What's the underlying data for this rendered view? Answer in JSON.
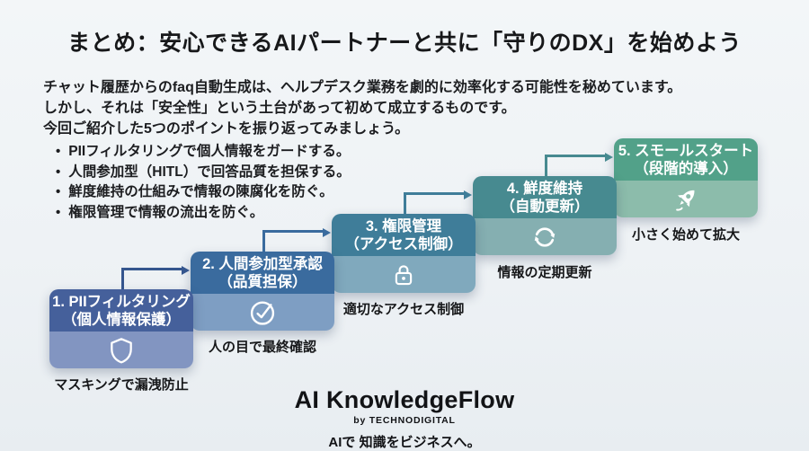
{
  "page": {
    "title": "まとめ：安心できるAIパートナーと共に「守りのDX」を始めよう",
    "background_color": "#eef2f5"
  },
  "intro": {
    "lines": [
      "チャット履歴からのfaq自動生成は、ヘルプデスク業務を劇的に効率化する可能性を秘めています。",
      "しかし、それは「安全性」という土台があって初めて成立するものです。",
      "今回ご紹介した5つのポイントを振り返ってみましょう。"
    ],
    "bullet_char": "•",
    "bullets": [
      "PIIフィルタリングで個人情報をガードする。",
      "人間参加型（HITL）で回答品質を担保する。",
      "鮮度維持の仕組みで情報の陳腐化を防ぐ。",
      "権限管理で情報の流出を防ぐ。"
    ]
  },
  "steps": [
    {
      "title": "1. PIIフィルタリング",
      "subtitle": "（個人情報保護）",
      "icon": "shield-icon",
      "caption": "マスキングで漏洩防止",
      "colors": {
        "header": "#45609b",
        "body": "#8295c1",
        "arrow": "#35568e"
      }
    },
    {
      "title": "2. 人間参加型承認",
      "subtitle": "（品質担保）",
      "icon": "check-circle-icon",
      "caption": "人の目で最終確認",
      "colors": {
        "header": "#3a6b9e",
        "body": "#7e9ec3",
        "arrow": "#3a6b9e"
      }
    },
    {
      "title": "3. 権限管理",
      "subtitle": "（アクセス制御）",
      "icon": "lock-icon",
      "caption": "適切なアクセス制御",
      "colors": {
        "header": "#3f7d99",
        "body": "#80a9bd",
        "arrow": "#3f7d99"
      }
    },
    {
      "title": "4. 鮮度維持",
      "subtitle": "（自動更新）",
      "icon": "refresh-icon",
      "caption": "情報の定期更新",
      "colors": {
        "header": "#478a90",
        "body": "#85afb1",
        "arrow": "#478a90"
      }
    },
    {
      "title": "5. スモールスタート",
      "subtitle": "（段階的導入）",
      "icon": "rocket-icon",
      "caption": "小さく始めて拡大",
      "colors": {
        "header": "#52a189",
        "body": "#8cbcab",
        "arrow": "#4e9a85"
      }
    }
  ],
  "footer": {
    "logo": "AI KnowledgeFlow",
    "byline": "by TECHNODIGITAL",
    "tagline": "AIで 知識をビジネスへ。"
  }
}
